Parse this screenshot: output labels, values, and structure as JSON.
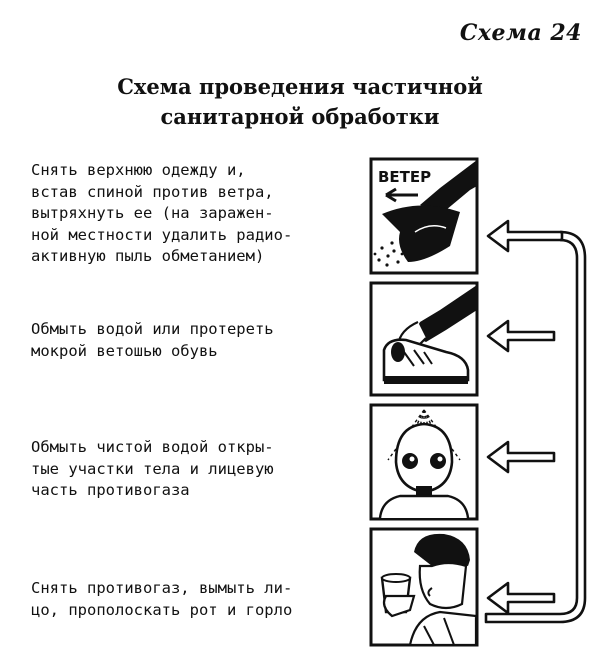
{
  "scheme_number": "Схема 24",
  "title_line1": "Схема проведения частичной",
  "title_line2": "санитарной обработки",
  "steps": [
    {
      "text": "Снять верхнюю одежду и,\nвстав спиной против ветра,\nвытряхнуть ее (на заражен-\nной местности удалить радио-\nактивную пыль обметанием)",
      "icon": "shaking-clothes-in-wind"
    },
    {
      "text": "Обмыть водой или протереть\nмокрой ветошью обувь",
      "icon": "wiping-shoe"
    },
    {
      "text": "Обмыть чистой водой откры-\nтые участки тела и лицевую\nчасть противогаза",
      "icon": "gas-mask-washing"
    },
    {
      "text": "Снять противогаз, вымыть ли-\nцо, прополоскать рот и горло",
      "icon": "rinsing-mouth"
    }
  ],
  "wind_label": "ВЕТЕР"
}
